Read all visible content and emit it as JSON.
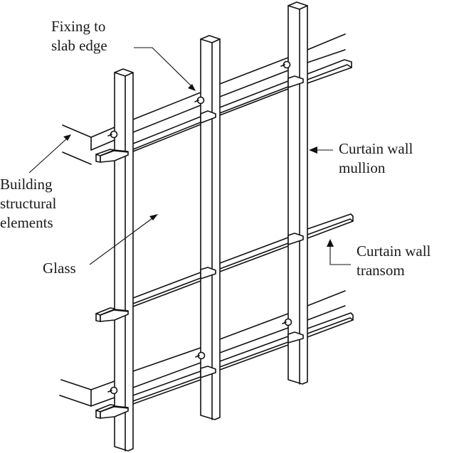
{
  "title": "Curtain wall system components",
  "labels": {
    "fixing": [
      "Fixing to",
      "slab edge"
    ],
    "building": [
      "Building",
      "structural",
      "elements"
    ],
    "glass": [
      "Glass"
    ],
    "mullion": [
      "Curtain wall",
      "mullion"
    ],
    "transom": [
      "Curtain wall",
      "transom"
    ]
  },
  "components": {
    "mullion_count": 3,
    "transom_levels": 3,
    "slab_edge_levels": 2,
    "fixings_per_slab": 3
  },
  "colors": {
    "line": "#111111",
    "background": "#ffffff",
    "text": "#1a1a1a"
  }
}
